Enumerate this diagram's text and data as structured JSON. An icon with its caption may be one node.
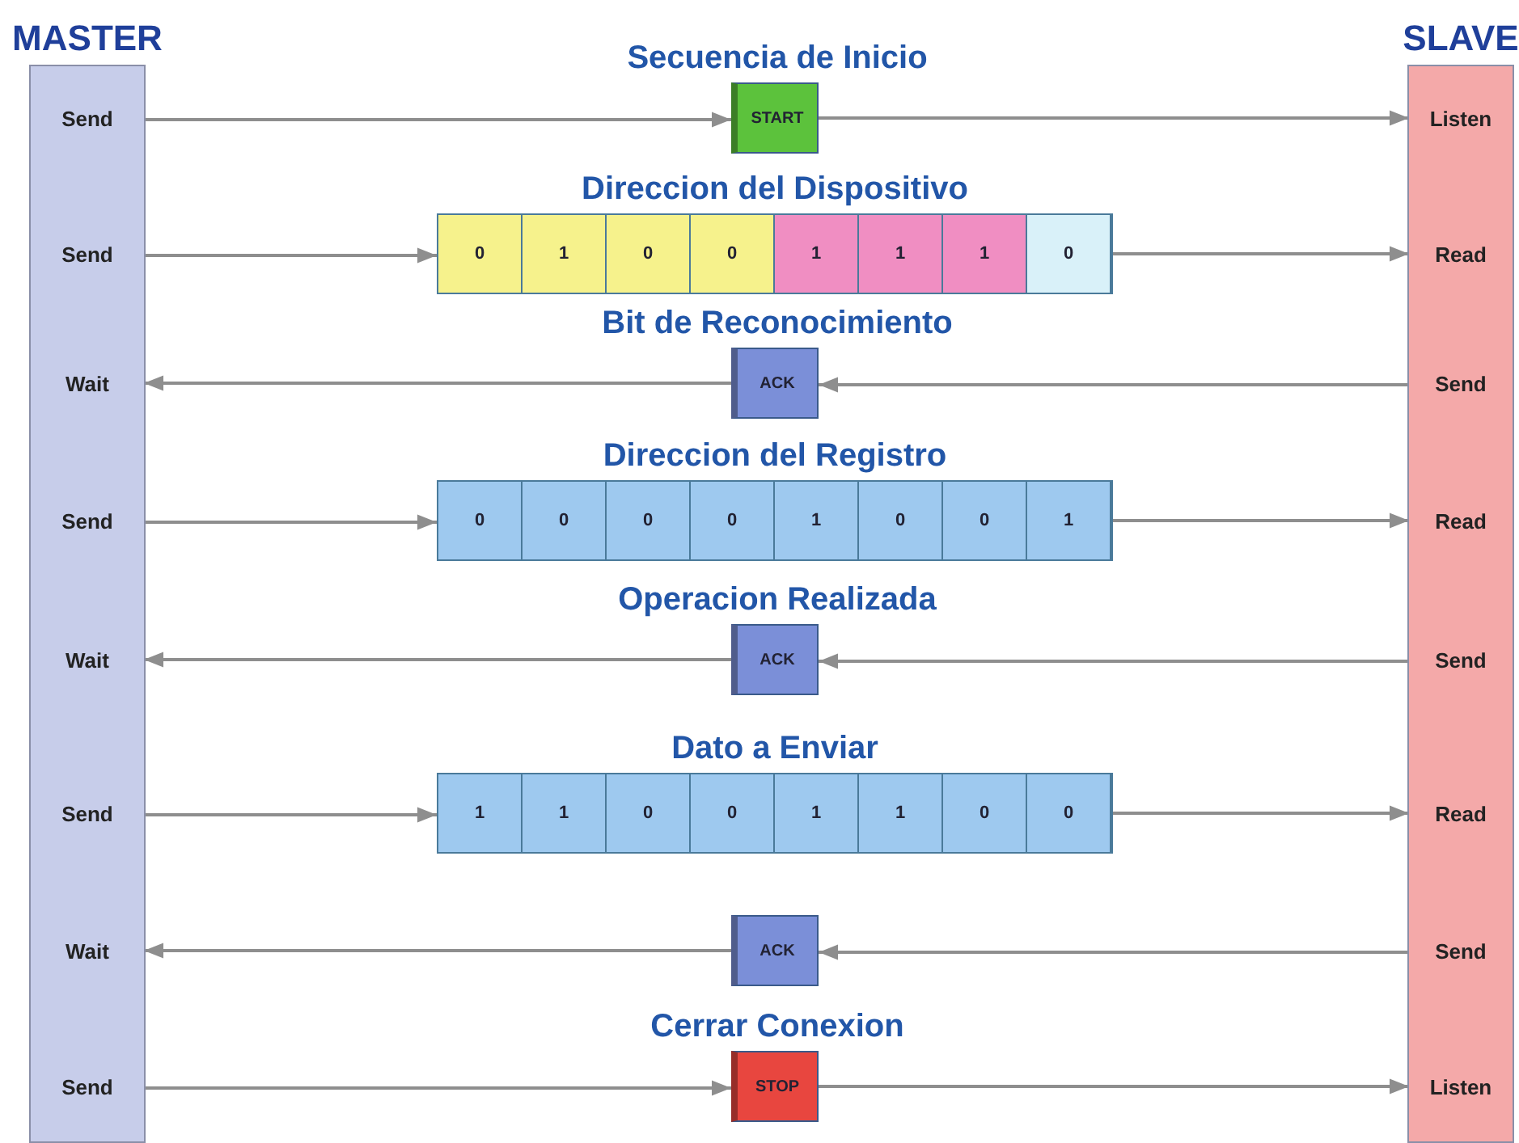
{
  "diagram": {
    "nodes": [
      {
        "text": [
          "MASTER"
        ]
      },
      {
        "text": [
          "SLAVE"
        ]
      },
      {
        "text": [
          "Send"
        ],
        "in": 0
      },
      {
        "text": [
          "Secuencia de Inicio",
          "START"
        ]
      },
      {
        "text": [
          "Listen"
        ],
        "in": 1
      },
      {
        "text": [
          "Send"
        ],
        "in": 0
      },
      {
        "text": [
          "Direccion del Dispositivo"
        ]
      },
      {
        "text": [
          "0"
        ],
        "in": 6
      },
      {
        "text": [
          "1"
        ],
        "in": 6
      },
      {
        "text": [
          "0"
        ],
        "in": 6
      },
      {
        "text": [
          "0"
        ],
        "in": 6
      },
      {
        "text": [
          "1"
        ],
        "in": 6
      },
      {
        "text": [
          "1"
        ],
        "in": 6
      },
      {
        "text": [
          "1"
        ],
        "in": 6
      },
      {
        "text": [
          "0"
        ],
        "in": 6
      },
      {
        "text": [
          "Read"
        ],
        "in": 1
      },
      {
        "text": [
          "Wait"
        ],
        "in": 0
      },
      {
        "text": [
          "Bit de Reconocimiento",
          "ACK"
        ]
      },
      {
        "text": [
          "Send"
        ],
        "in": 1
      },
      {
        "text": [
          "Send"
        ],
        "in": 0
      },
      {
        "text": [
          "Direccion del Registro"
        ]
      },
      {
        "text": [
          "0"
        ],
        "in": 20
      },
      {
        "text": [
          "0"
        ],
        "in": 20
      },
      {
        "text": [
          "0"
        ],
        "in": 20
      },
      {
        "text": [
          "0"
        ],
        "in": 20
      },
      {
        "text": [
          "1"
        ],
        "in": 20
      },
      {
        "text": [
          "0"
        ],
        "in": 20
      },
      {
        "text": [
          "0"
        ],
        "in": 20
      },
      {
        "text": [
          "1"
        ],
        "in": 20
      },
      {
        "text": [
          "Read"
        ],
        "in": 1
      },
      {
        "text": [
          "Wait"
        ],
        "in": 0
      },
      {
        "text": [
          "Operacion Realizada",
          "ACK"
        ]
      },
      {
        "text": [
          "Send"
        ],
        "in": 1
      },
      {
        "text": [
          "Send"
        ],
        "in": 0
      },
      {
        "text": [
          "Dato a Enviar"
        ]
      },
      {
        "text": [
          "1"
        ],
        "in": 34
      },
      {
        "text": [
          "1"
        ],
        "in": 34
      },
      {
        "text": [
          "0"
        ],
        "in": 34
      },
      {
        "text": [
          "0"
        ],
        "in": 34
      },
      {
        "text": [
          "1"
        ],
        "in": 34
      },
      {
        "text": [
          "1"
        ],
        "in": 34
      },
      {
        "text": [
          "0"
        ],
        "in": 34
      },
      {
        "text": [
          "0"
        ],
        "in": 34
      },
      {
        "text": [
          "Read"
        ],
        "in": 1
      },
      {
        "text": [
          "Wait"
        ],
        "in": 0
      },
      {
        "text": [
          "ACK"
        ]
      },
      {
        "text": [
          "Send"
        ],
        "in": 1
      },
      {
        "text": [
          "Send"
        ],
        "in": 0
      },
      {
        "text": [
          "Cerrar Conexion",
          "STOP"
        ]
      },
      {
        "text": [
          "Listen"
        ],
        "in": 1
      }
    ],
    "edges": [
      {
        "from": 2,
        "to": 3,
        "arrow": "to"
      },
      {
        "from": 3,
        "to": 4,
        "arrow": "to"
      },
      {
        "from": 5,
        "to": 6,
        "arrow": "to"
      },
      {
        "from": 6,
        "to": 15,
        "arrow": "to"
      },
      {
        "from": 18,
        "to": 17,
        "arrow": "to"
      },
      {
        "from": 17,
        "to": 16,
        "arrow": "to"
      },
      {
        "from": 19,
        "to": 20,
        "arrow": "to"
      },
      {
        "from": 20,
        "to": 29,
        "arrow": "to"
      },
      {
        "from": 32,
        "to": 31,
        "arrow": "to"
      },
      {
        "from": 31,
        "to": 30,
        "arrow": "to"
      },
      {
        "from": 33,
        "to": 34,
        "arrow": "to"
      },
      {
        "from": 34,
        "to": 43,
        "arrow": "to"
      },
      {
        "from": 46,
        "to": 45,
        "arrow": "to"
      },
      {
        "from": 45,
        "to": 44,
        "arrow": "to"
      },
      {
        "from": 47,
        "to": 48,
        "arrow": "to"
      },
      {
        "from": 48,
        "to": 49,
        "arrow": "to"
      }
    ]
  }
}
